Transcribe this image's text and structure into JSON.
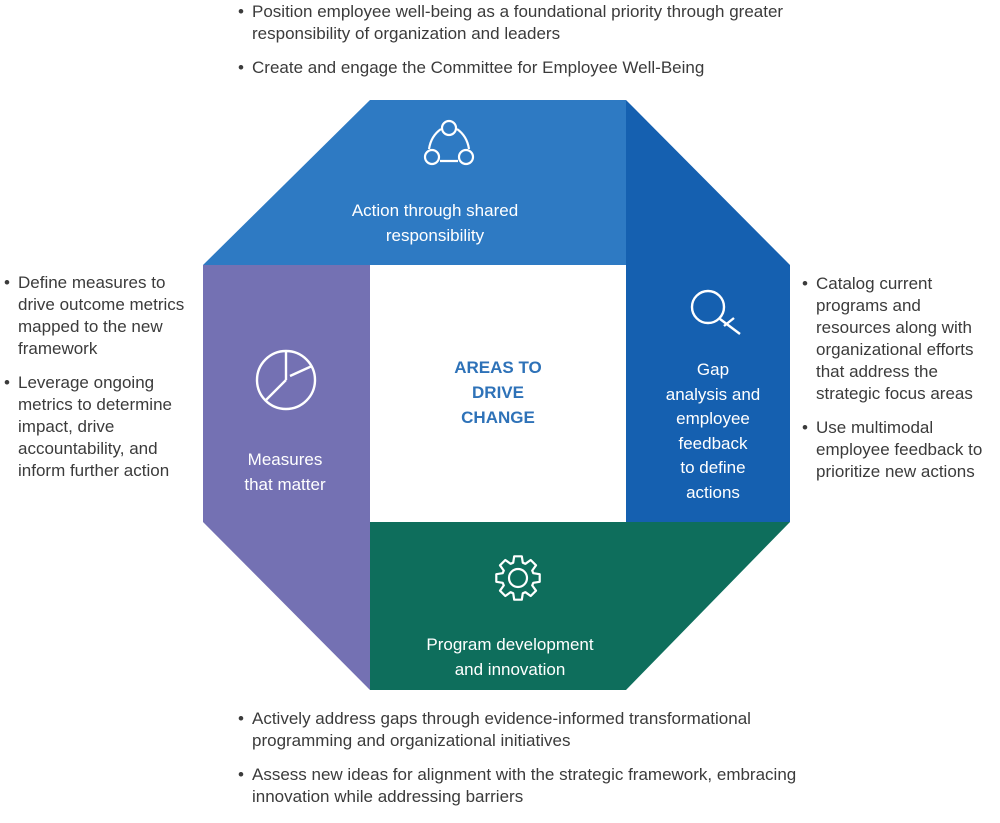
{
  "center_title": [
    "AREAS TO",
    "DRIVE",
    "CHANGE"
  ],
  "segments": {
    "top": {
      "label": [
        "Action through shared",
        "responsibility"
      ],
      "icon": "cycle-icon",
      "color": "#2e7ac3"
    },
    "right": {
      "label": [
        "Gap",
        "analysis and",
        "employee",
        "feedback",
        "to define",
        "actions"
      ],
      "icon": "magnifier-icon",
      "color": "#1560b0"
    },
    "bottom": {
      "label": [
        "Program development",
        "and innovation"
      ],
      "icon": "gear-icon",
      "color": "#0e6e5c"
    },
    "left": {
      "label": [
        "Measures",
        "that matter"
      ],
      "icon": "pie-chart-icon",
      "color": "#7471b3"
    }
  },
  "top_bullets": [
    "Position employee well-being as a foundational priority through greater responsibility of organization and leaders",
    "Create and engage the Committee for Employee Well-Being"
  ],
  "left_bullets": [
    "Define measures to drive outcome metrics mapped to the new framework",
    "Leverage ongoing metrics to determine impact, drive accountability, and inform further action"
  ],
  "right_bullets": [
    "Catalog current programs and resources along with organizational efforts that address the strategic focus areas",
    "Use multimodal employee feedback to prioritize new actions"
  ],
  "bottom_bullets": [
    "Actively address gaps through evidence-informed transformational programming and organizational initiatives",
    "Assess new ideas for alignment with the strategic framework, embracing innovation while addressing barriers"
  ]
}
